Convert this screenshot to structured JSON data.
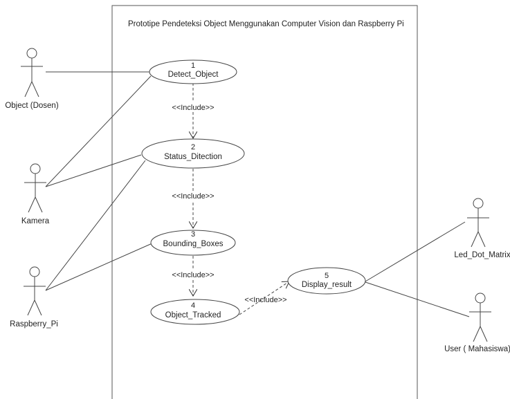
{
  "diagram": {
    "system_title": "Prototipe Pendeteksi Object Menggunakan Computer Vision dan Raspberry Pi",
    "use_cases": [
      {
        "number": "1",
        "name": "Detect_Object"
      },
      {
        "number": "2",
        "name": "Status_Ditection"
      },
      {
        "number": "3",
        "name": "Bounding_Boxes"
      },
      {
        "number": "4",
        "name": "Object_Tracked"
      },
      {
        "number": "5",
        "name": "Display_result"
      }
    ],
    "actors": [
      {
        "name": "Object (Dosen)"
      },
      {
        "name": "Kamera"
      },
      {
        "name": "Raspberry_Pi"
      },
      {
        "name": "Led_Dot_Matrix"
      },
      {
        "name": "User ( Mahasiswa)"
      }
    ],
    "relations": [
      {
        "label": "<<Include>>"
      },
      {
        "label": "<<Include>>"
      },
      {
        "label": "<<Include>>"
      },
      {
        "label": "<<Include>>"
      }
    ]
  }
}
